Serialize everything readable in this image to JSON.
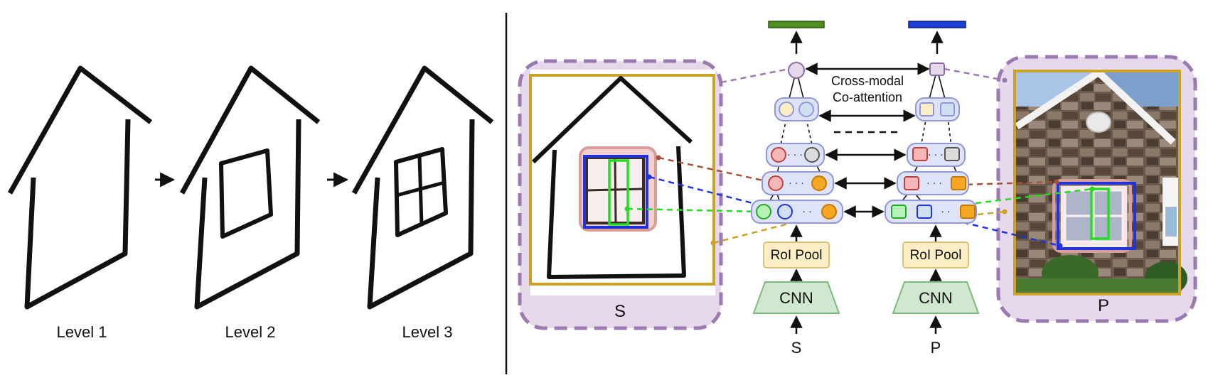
{
  "levels": [
    {
      "label": "Level  1"
    },
    {
      "label": "Level 2"
    },
    {
      "label": "Level 3"
    }
  ],
  "sketch_panel": {
    "label": "S"
  },
  "photo_panel": {
    "label": "P"
  },
  "network": {
    "attention_label_line1": "Cross-modal",
    "attention_label_line2": "Co-attention",
    "sketch_branch": {
      "roi_label": "RoI Pool",
      "cnn_label": "CNN",
      "input_label": "S"
    },
    "photo_branch": {
      "roi_label": "RoI Pool",
      "cnn_label": "CNN",
      "input_label": "P"
    }
  },
  "colors": {
    "sketch_output": "#4e8f1e",
    "photo_output": "#1a3fd6",
    "panel_fill": "#e6d9ec",
    "panel_border": "#9a7ab0",
    "frame_gold": "#c9a227",
    "node_fill": "#dfe3f7",
    "node_border": "#8f97d8",
    "roi_fill": "#fbeec4",
    "cnn_fill": "#cfe8cf",
    "green": "#22dd22",
    "blue": "#1f33d8",
    "orange": "#f5a623",
    "red": "#a0523c"
  }
}
